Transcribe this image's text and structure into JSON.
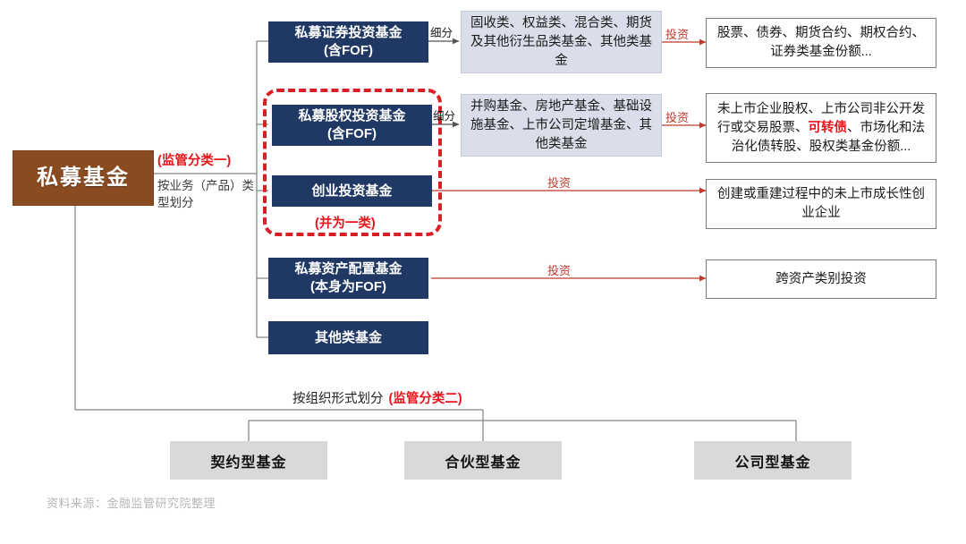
{
  "diagram": {
    "root": {
      "label": "私募基金"
    },
    "classification_one": {
      "title": "(监管分类一)",
      "subtitle": "按业务（产品）类型划分"
    },
    "classification_two": {
      "prefix": "按组织形式划分",
      "title": "(监管分类二)"
    },
    "connector_labels": {
      "xifen": "细分",
      "touzi": "投资"
    },
    "highlight_note": "(并为一类)",
    "fund_types": [
      {
        "name": "私募证券投资基金\n(含FOF)",
        "line1": "私募证券投资基金",
        "line2": "(含FOF)"
      },
      {
        "name": "私募股权投资基金\n(含FOF)",
        "line1": "私募股权投资基金",
        "line2": "(含FOF)"
      },
      {
        "name": "创业投资基金",
        "line1": "创业投资基金",
        "line2": ""
      },
      {
        "name": "私募资产配置基金\n(本身为FOF)",
        "line1": "私募资产配置基金",
        "line2": "(本身为FOF)"
      },
      {
        "name": "其他类基金",
        "line1": "其他类基金",
        "line2": ""
      }
    ],
    "subdivisions": [
      {
        "text": "固收类、权益类、混合类、期货及其他衍生品类基金、其他类基金"
      },
      {
        "text": "并购基金、房地产基金、基础设施基金、上市公司定增基金、其他类基金"
      }
    ],
    "investments": [
      {
        "text_plain": "股票、债券、期货合约、期权合约、证券类基金份额...",
        "has_red": false
      },
      {
        "text_before": "未上市企业股权、上市公司非公开发行或交易股票、",
        "red": "可转债",
        "text_after": "、市场化和法治化债转股、股权类基金份额...",
        "has_red": true
      },
      {
        "text_plain": "创建或重建过程中的未上市成长性创业企业",
        "has_red": false
      },
      {
        "text_plain": "跨资产类别投资",
        "has_red": false
      }
    ],
    "org_forms": [
      {
        "label": "契约型基金"
      },
      {
        "label": "合伙型基金"
      },
      {
        "label": "公司型基金"
      }
    ],
    "source": "资料来源：金融监管研究院整理"
  },
  "colors": {
    "navy": "#1F3864",
    "brown": "#8A4B20",
    "light_blue": "#D9DEEA",
    "gray_box": "#D9D9D9",
    "red_accent": "#E8141B",
    "arrow_red": "#C0392B",
    "connector_gray": "#808080"
  }
}
